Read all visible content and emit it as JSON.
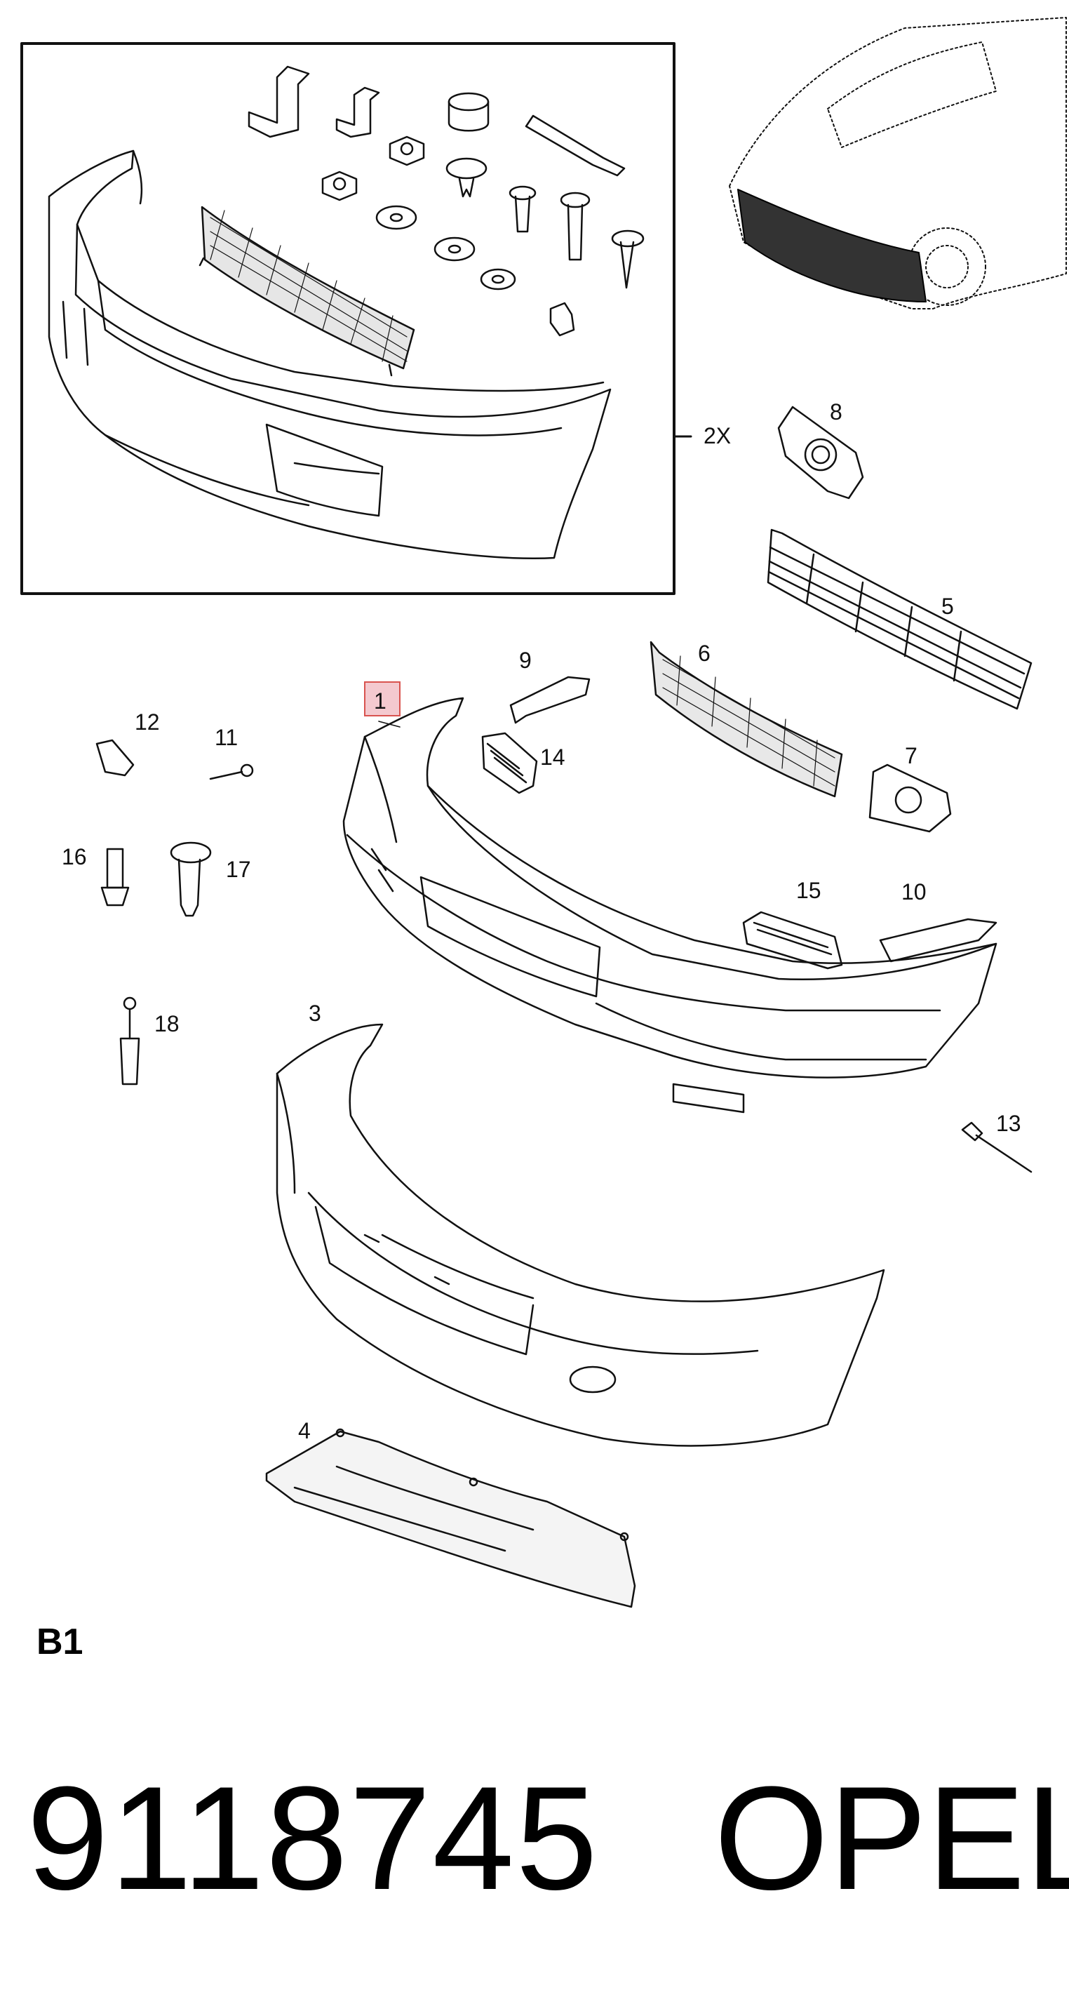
{
  "callouts": {
    "c1": "1",
    "c2x": "2X",
    "c3": "3",
    "c4": "4",
    "c5": "5",
    "c6": "6",
    "c7": "7",
    "c8": "8",
    "c9": "9",
    "c10": "10",
    "c11": "11",
    "c12": "12",
    "c13": "13",
    "c14": "14",
    "c15": "15",
    "c16": "16",
    "c17": "17",
    "c18": "18"
  },
  "diagram_code": "B1",
  "part_number": "9118745",
  "brand": "OPEL",
  "colors": {
    "highlight_fill": "#f4c9cf",
    "highlight_stroke": "#d9534f",
    "line": "#111111"
  }
}
